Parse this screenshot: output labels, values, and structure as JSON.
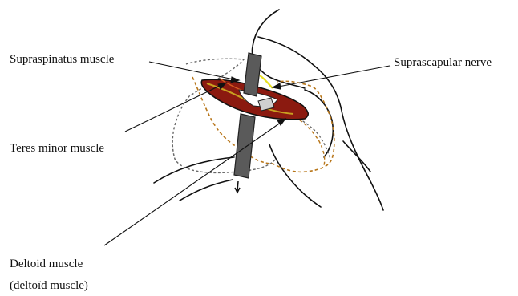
{
  "labels": {
    "supraspinatus": "Supraspinatus muscle",
    "suprascapular_nerve": "Suprascapular nerve",
    "teres_minor": "Teres minor muscle",
    "deltoid": "Deltoid muscle",
    "deltoid_alt": "(deltoïd muscle)"
  },
  "colors": {
    "outline": "#111111",
    "muscle_fill": "#8b1a10",
    "muscle_highlight": "#c8a020",
    "orange_dashed": "#b8761a",
    "gray_dashed": "#666666",
    "retractor": "#5a5a5a",
    "nerve": "#e8e020"
  }
}
